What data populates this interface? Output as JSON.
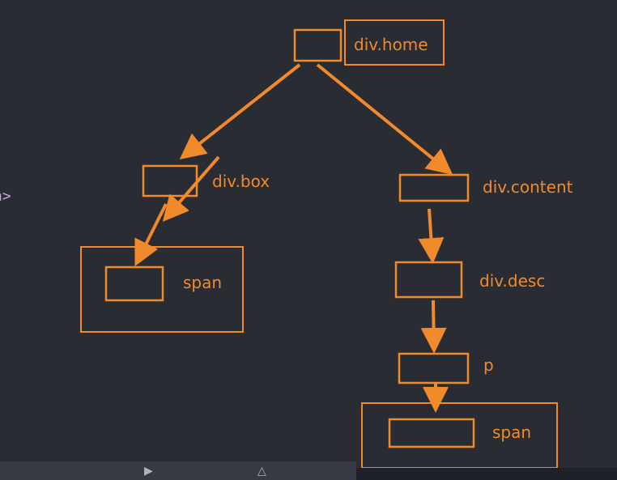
{
  "colors": {
    "background": "#2a2c34",
    "stroke": "#f08a2a",
    "label": "#f08a2a"
  },
  "nodes": {
    "home": {
      "label": "div.home"
    },
    "box": {
      "label": "div.box"
    },
    "span_left": {
      "label": "span"
    },
    "content": {
      "label": "div.content"
    },
    "desc": {
      "label": "div.desc"
    },
    "p": {
      "label": "p"
    },
    "span_right": {
      "label": "span"
    }
  },
  "edge_text": "n>",
  "bottom_bar": {
    "icons": [
      "play-icon",
      "warning-icon"
    ]
  }
}
